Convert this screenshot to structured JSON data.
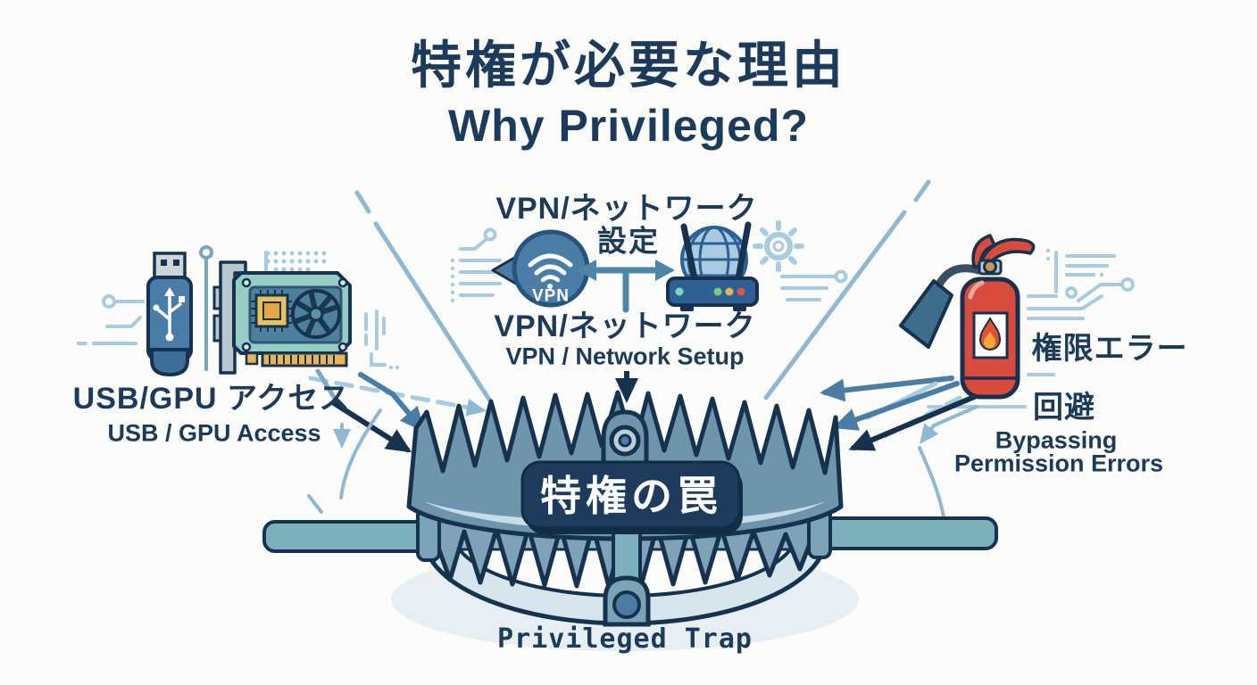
{
  "title": {
    "ja": "特権が必要な理由",
    "en": "Why Privileged?"
  },
  "center_cause": {
    "heading_ja_line1": "VPN/ネットワーク",
    "heading_ja_line2": "設定",
    "vpn_badge": "VPN",
    "label_ja": "VPN/ネットワーク",
    "label_en": "VPN / Network Setup"
  },
  "left_cause": {
    "label_ja": "USB/GPU アクセス",
    "label_en": "USB / GPU Access"
  },
  "right_cause": {
    "label_ja_line1": "権限エラー",
    "label_ja_line2": "回避",
    "label_en_line1": "Bypassing",
    "label_en_line2": "Permission Errors"
  },
  "trap": {
    "plate_label": "特権の罠",
    "caption": "Privileged Trap"
  },
  "icons": {
    "left": [
      "usb-drive-icon",
      "gpu-card-icon"
    ],
    "center": [
      "vpn-circle-icon",
      "wifi-icon",
      "double-arrow-icon",
      "router-globe-icon",
      "gear-icon"
    ],
    "right": [
      "fire-extinguisher-icon",
      "flame-icon"
    ],
    "decor": [
      "circuit-trace-lines",
      "convergence-arrows",
      "bear-trap-icon"
    ]
  },
  "colors": {
    "text_navy": "#1c3a5a",
    "outline_navy": "#16324f",
    "steel_blue_arrow": "#4a7da5",
    "light_blue_deco": "#a9cbdf",
    "diag_line_blue": "#8fb8d2",
    "trap_metal": "#6e95ac",
    "trap_lower_metal": "#7ea2b7",
    "ring_light": "#d7e5ed",
    "plank_teal": "#7cb0bd",
    "plate_navy": "#1e3a5c",
    "vpn_circle_blue": "#4b7da7",
    "router_blue": "#2e5f95",
    "globe_light": "#a9cbdf",
    "usb_blue": "#4a7ca8",
    "gpu_frame_teal": "#96ccc6",
    "gpu_panel_blue": "#4d809e",
    "gold": "#e8b54f",
    "extinguisher_red": "#d84b3d",
    "horn_blue": "#3e6c8c",
    "background": "#fcfcfb"
  }
}
